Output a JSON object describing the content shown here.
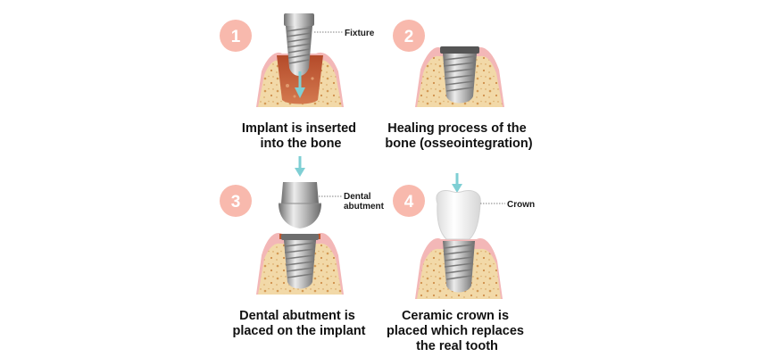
{
  "colors": {
    "badge": "#f8b9ad",
    "gum": "#f3b7b7",
    "gum_edge": "#e48d92",
    "bone": "#f2d9a8",
    "bone_speckle": "#d49a55",
    "socket": "#c0582f",
    "metal_light": "#e6e6e6",
    "metal_dark": "#7d7d7d",
    "arrow": "#7fcfd4",
    "text": "#111111"
  },
  "steps": [
    {
      "number": "1",
      "caption": [
        "Implant is inserted",
        "into the bone"
      ],
      "callout": [
        "Fixture"
      ]
    },
    {
      "number": "2",
      "caption": [
        "Healing process of the",
        "bone (osseointegration)"
      ]
    },
    {
      "number": "3",
      "caption": [
        "Dental abutment is",
        "placed on the implant"
      ],
      "callout": [
        "Dental",
        "abutment"
      ]
    },
    {
      "number": "4",
      "caption": [
        "Ceramic crown is",
        "placed which replaces",
        "the real tooth"
      ],
      "callout": [
        "Crown"
      ]
    }
  ]
}
